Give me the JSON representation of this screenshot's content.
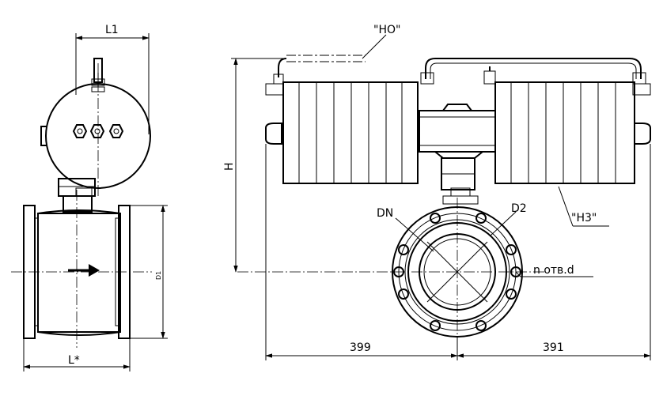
{
  "labels": {
    "l1": "L1",
    "l_star": "L*",
    "d1": "D1",
    "h": "H",
    "ho": "\"HO\"",
    "hz": "\"H3\"",
    "dn": "DN",
    "d2": "D2",
    "n_holes": "n отв.d",
    "dim_left": "399",
    "dim_right": "391"
  },
  "colors": {
    "line": "#000000",
    "background": "#ffffff"
  }
}
